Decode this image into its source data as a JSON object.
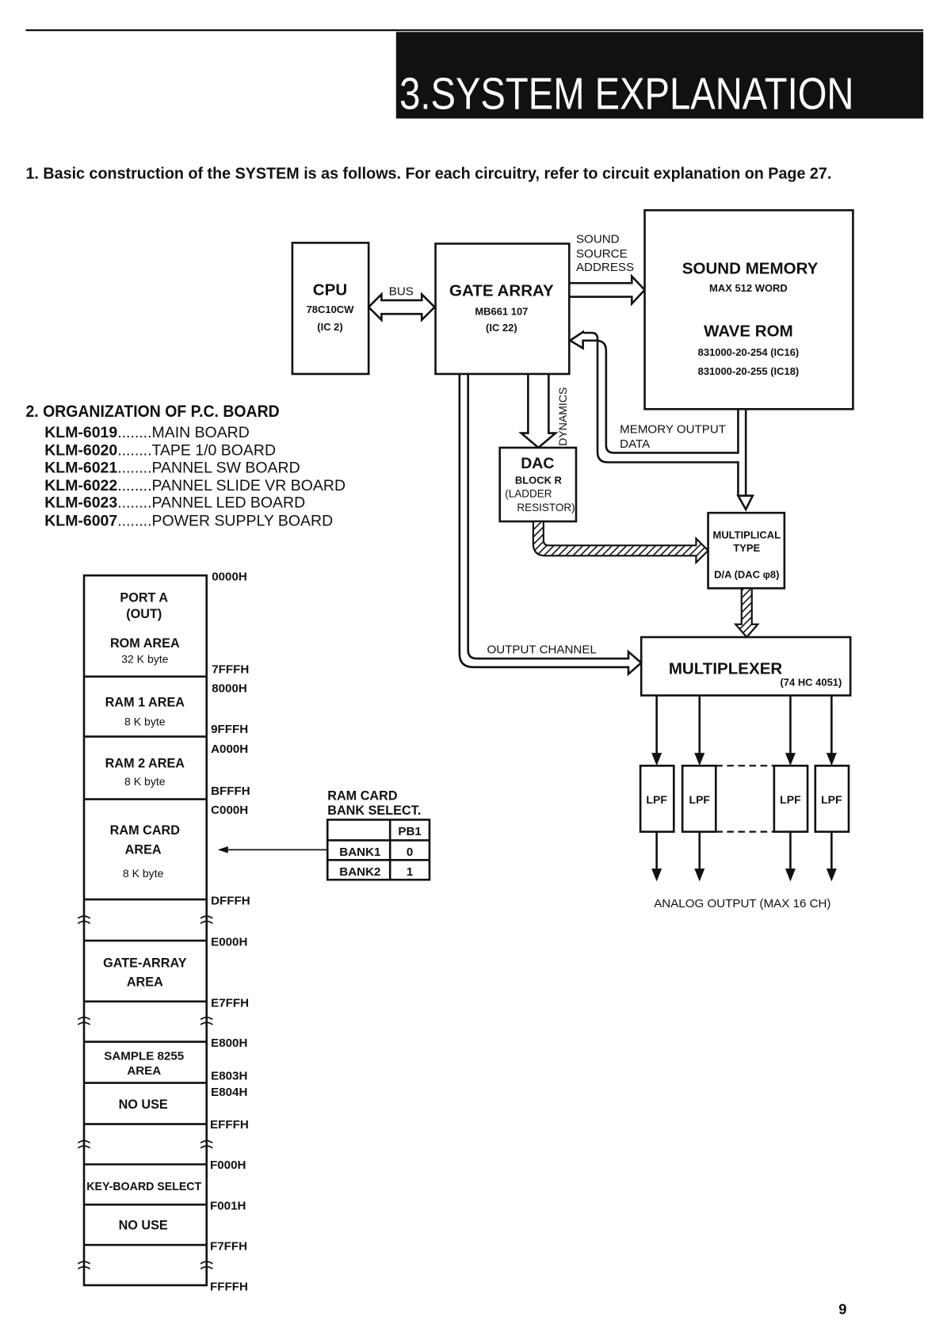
{
  "header": {
    "title": "3.SYSTEM EXPLANATION"
  },
  "section1": {
    "text": "1. Basic construction of the SYSTEM is as follows. For each circuitry, refer to circuit explanation on Page 27."
  },
  "diagram": {
    "cpu": {
      "title": "CPU",
      "part": "78C10CW",
      "ic": "(IC 2)"
    },
    "bus_label": "BUS",
    "gate_array": {
      "title": "GATE ARRAY",
      "part": "MB661 107",
      "ic": "(IC 22)"
    },
    "sound_source_address": [
      "SOUND",
      "SOURCE",
      "ADDRESS"
    ],
    "sound_memory": {
      "title": "SOUND MEMORY",
      "size": "MAX 512 WORD",
      "rom_title": "WAVE ROM",
      "rom1": "831000-20-254 (IC16)",
      "rom2": "831000-20-255 (IC18)"
    },
    "dynamics_label": "DYNAMICS",
    "memory_output": [
      "MEMORY OUTPUT",
      "DATA"
    ],
    "dac": {
      "title": "DAC",
      "line1": "BLOCK R",
      "line2": "(LADDER",
      "line3": "RESISTOR)"
    },
    "multiplical": {
      "line1": "MULTIPLICAL",
      "line2": "TYPE",
      "line3": "D/A (DAC φ8)"
    },
    "output_channel_label": "OUTPUT CHANNEL",
    "multiplexer": {
      "title": "MULTIPLEXER",
      "part": "(74 HC 4051)"
    },
    "lpf_label": "LPF",
    "analog_output": "ANALOG OUTPUT (MAX 16 CH)"
  },
  "section2": {
    "heading": "2. ORGANIZATION OF P.C. BOARD",
    "boards": [
      {
        "code": "KLM-6019",
        "name": "........MAIN BOARD"
      },
      {
        "code": "KLM-6020",
        "name": "........TAPE 1/0 BOARD"
      },
      {
        "code": "KLM-6021",
        "name": "........PANNEL SW BOARD"
      },
      {
        "code": "KLM-6022",
        "name": "........PANNEL SLIDE VR BOARD"
      },
      {
        "code": "KLM-6023",
        "name": "........PANNEL LED BOARD"
      },
      {
        "code": "KLM-6007",
        "name": "........POWER SUPPLY BOARD"
      }
    ]
  },
  "memory_map": {
    "areas": {
      "port_a": "PORT A",
      "port_out": "(OUT)",
      "rom": "ROM  AREA",
      "rom_size": "32 K byte",
      "ram1": "RAM 1  AREA",
      "ram1_size": "8 K byte",
      "ram2": "RAM 2  AREA",
      "ram2_size": "8 K byte",
      "ramcard1": "RAM CARD",
      "ramcard2": "AREA",
      "ramcard_size": "8 K byte",
      "gate1": "GATE-ARRAY",
      "gate2": "AREA",
      "sample1": "SAMPLE 8255",
      "sample2": "AREA",
      "nouse1": "NO USE",
      "keyboard": "KEY-BOARD SELECT",
      "nouse2": "NO USE"
    },
    "addresses": [
      "0000H",
      "7FFFH",
      "8000H",
      "9FFFH",
      "A000H",
      "BFFFH",
      "C000H",
      "DFFFH",
      "E000H",
      "E7FFH",
      "E800H",
      "E803H",
      "E804H",
      "EFFFH",
      "F000H",
      "F001H",
      "F7FFH",
      "FFFFH"
    ]
  },
  "bank_select": {
    "title1": "RAM CARD",
    "title2": "BANK SELECT.",
    "header": "PB1",
    "rows": [
      {
        "bank": "BANK1",
        "value": "0"
      },
      {
        "bank": "BANK2",
        "value": "1"
      }
    ]
  },
  "page_number": "9"
}
